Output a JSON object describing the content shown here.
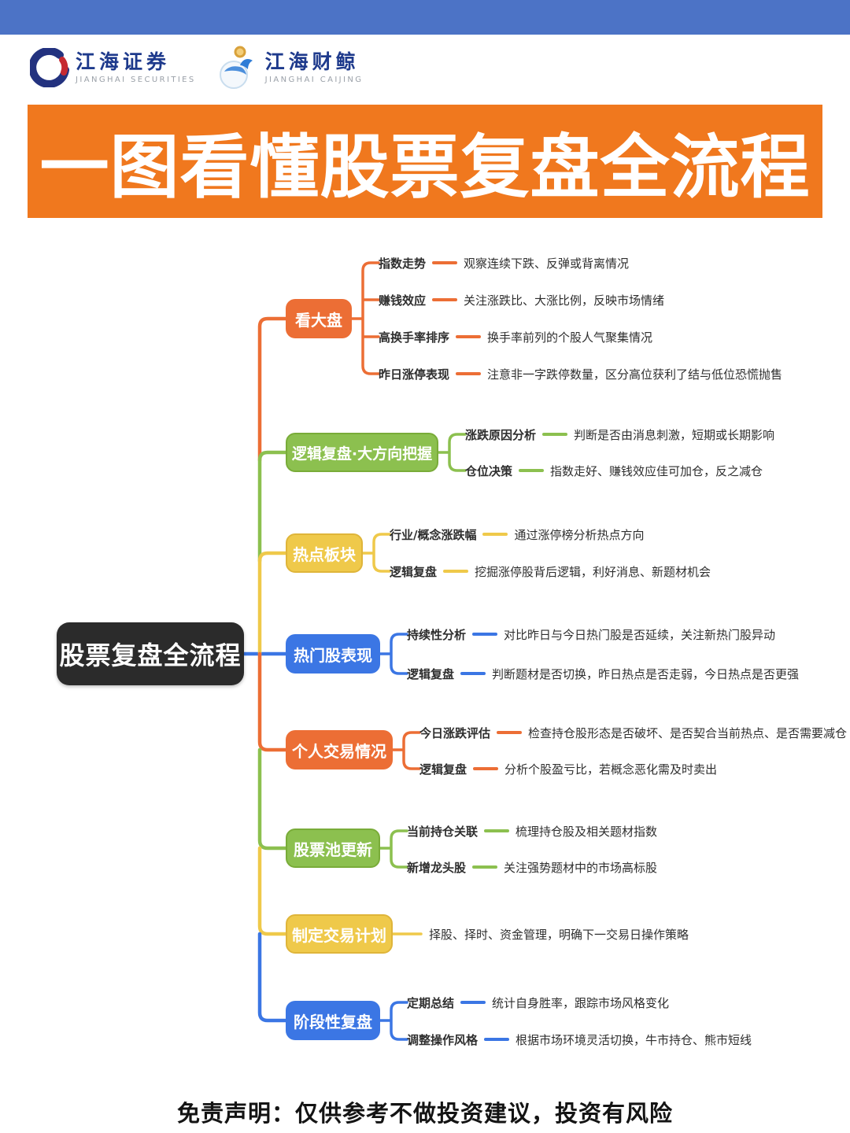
{
  "colors": {
    "top_bar": "#4C73C6",
    "banner_bg": "#F0781E",
    "root_bg": "#2B2B2B",
    "orange": "#EC6E35",
    "green": "#8CC04F",
    "yellow": "#EFC94A",
    "blue": "#3B76E4"
  },
  "header": {
    "brand1": {
      "name": "江海证券",
      "subtitle": "JIANGHAI SECURITIES"
    },
    "brand2": {
      "name": "江海财鲸",
      "subtitle": "JIANGHAI CAIJING"
    }
  },
  "banner": {
    "title": "一图看懂股票复盘全流程"
  },
  "mindmap": {
    "root": {
      "label": "股票复盘全流程"
    },
    "branches": [
      {
        "label": "看大盘",
        "color": "#EC6E35",
        "children": [
          {
            "label": "指数走势",
            "desc": "观察连续下跌、反弹或背离情况"
          },
          {
            "label": "赚钱效应",
            "desc": "关注涨跌比、大涨比例，反映市场情绪"
          },
          {
            "label": "高换手率排序",
            "desc": "换手率前列的个股人气聚集情况"
          },
          {
            "label": "昨日涨停表现",
            "desc": "注意非一字跌停数量，区分高位获利了结与低位恐慌抛售"
          }
        ]
      },
      {
        "label": "逻辑复盘·大方向把握",
        "color": "#8CC04F",
        "children": [
          {
            "label": "涨跌原因分析",
            "desc": "判断是否由消息刺激，短期或长期影响"
          },
          {
            "label": "仓位决策",
            "desc": "指数走好、赚钱效应佳可加仓，反之减仓"
          }
        ]
      },
      {
        "label": "热点板块",
        "color": "#EFC94A",
        "children": [
          {
            "label": "行业/概念涨跌幅",
            "desc": "通过涨停榜分析热点方向"
          },
          {
            "label": "逻辑复盘",
            "desc": "挖掘涨停股背后逻辑，利好消息、新题材机会"
          }
        ]
      },
      {
        "label": "热门股表现",
        "color": "#3B76E4",
        "children": [
          {
            "label": "持续性分析",
            "desc": "对比昨日与今日热门股是否延续，关注新热门股异动"
          },
          {
            "label": "逻辑复盘",
            "desc": "判断题材是否切换，昨日热点是否走弱，今日热点是否更强"
          }
        ]
      },
      {
        "label": "个人交易情况",
        "color": "#EC6E35",
        "children": [
          {
            "label": "今日涨跌评估",
            "desc": "检查持仓股形态是否破坏、是否契合当前热点、是否需要减仓"
          },
          {
            "label": "逻辑复盘",
            "desc": "分析个股盈亏比，若概念恶化需及时卖出"
          }
        ]
      },
      {
        "label": "股票池更新",
        "color": "#8CC04F",
        "children": [
          {
            "label": "当前持仓关联",
            "desc": "梳理持仓股及相关题材指数"
          },
          {
            "label": "新增龙头股",
            "desc": "关注强势题材中的市场高标股"
          }
        ]
      },
      {
        "label": "制定交易计划",
        "color": "#EFC94A",
        "children": [
          {
            "desc": "择股、择时、资金管理，明确下一交易日操作策略"
          }
        ]
      },
      {
        "label": "阶段性复盘",
        "color": "#3B76E4",
        "children": [
          {
            "label": "定期总结",
            "desc": "统计自身胜率，跟踪市场风格变化"
          },
          {
            "label": "调整操作风格",
            "desc": "根据市场环境灵活切换，牛市持仓、熊市短线"
          }
        ]
      }
    ]
  },
  "footer": {
    "disclaimer": "免责声明：仅供参考不做投资建议，投资有风险"
  }
}
